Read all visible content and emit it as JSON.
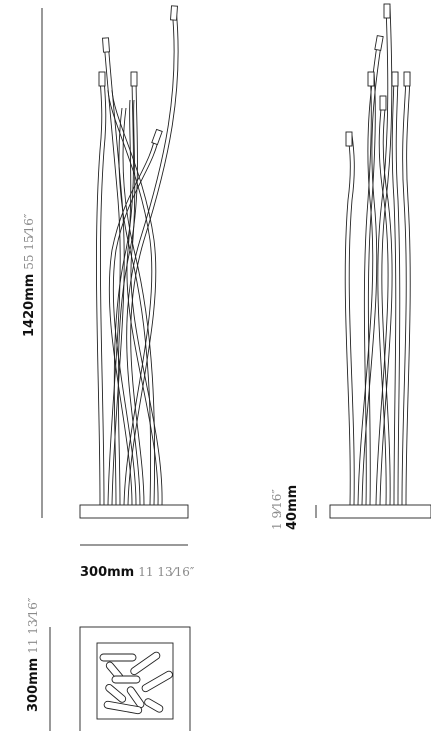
{
  "dimensions": {
    "height": {
      "metric": "1420mm",
      "imperial": "55 15⁄16″"
    },
    "width": {
      "metric": "300mm",
      "imperial": "11 13⁄16″"
    },
    "base_height": {
      "metric": "40mm",
      "imperial": "1 9⁄16″"
    },
    "depth": {
      "metric": "300mm",
      "imperial": "11 13⁄16″"
    }
  },
  "colors": {
    "line": "#222222",
    "dim_line": "#333333",
    "imperial_text": "#8a8a8a"
  }
}
